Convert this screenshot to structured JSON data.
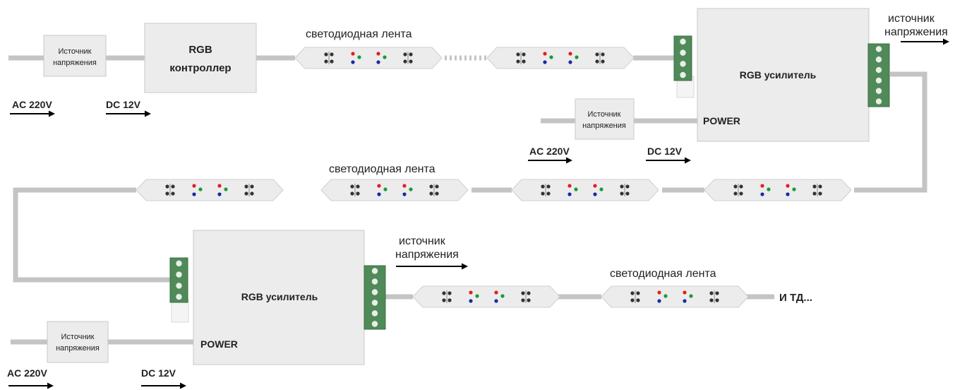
{
  "labels": {
    "source_small": [
      "Источник",
      "напряжения"
    ],
    "rgb_controller": [
      "RGB",
      "контроллер"
    ],
    "led_strip": "светодиодная лента",
    "rgb_amplifier": "RGB усилитель",
    "power": "POWER",
    "source_out": [
      "источник",
      "напряжения"
    ],
    "ac": "AC 220V",
    "dc": "DC 12V",
    "etc": "И ТД..."
  },
  "colors": {
    "wire": "#c4c4c4",
    "box_fill": "#ececec",
    "box_stroke": "#c8c8c8",
    "connector": "#4f8a58",
    "led_red": "#e02020",
    "led_green": "#1a9a3a",
    "led_blue": "#1a2aa0",
    "led_black": "#333333"
  }
}
